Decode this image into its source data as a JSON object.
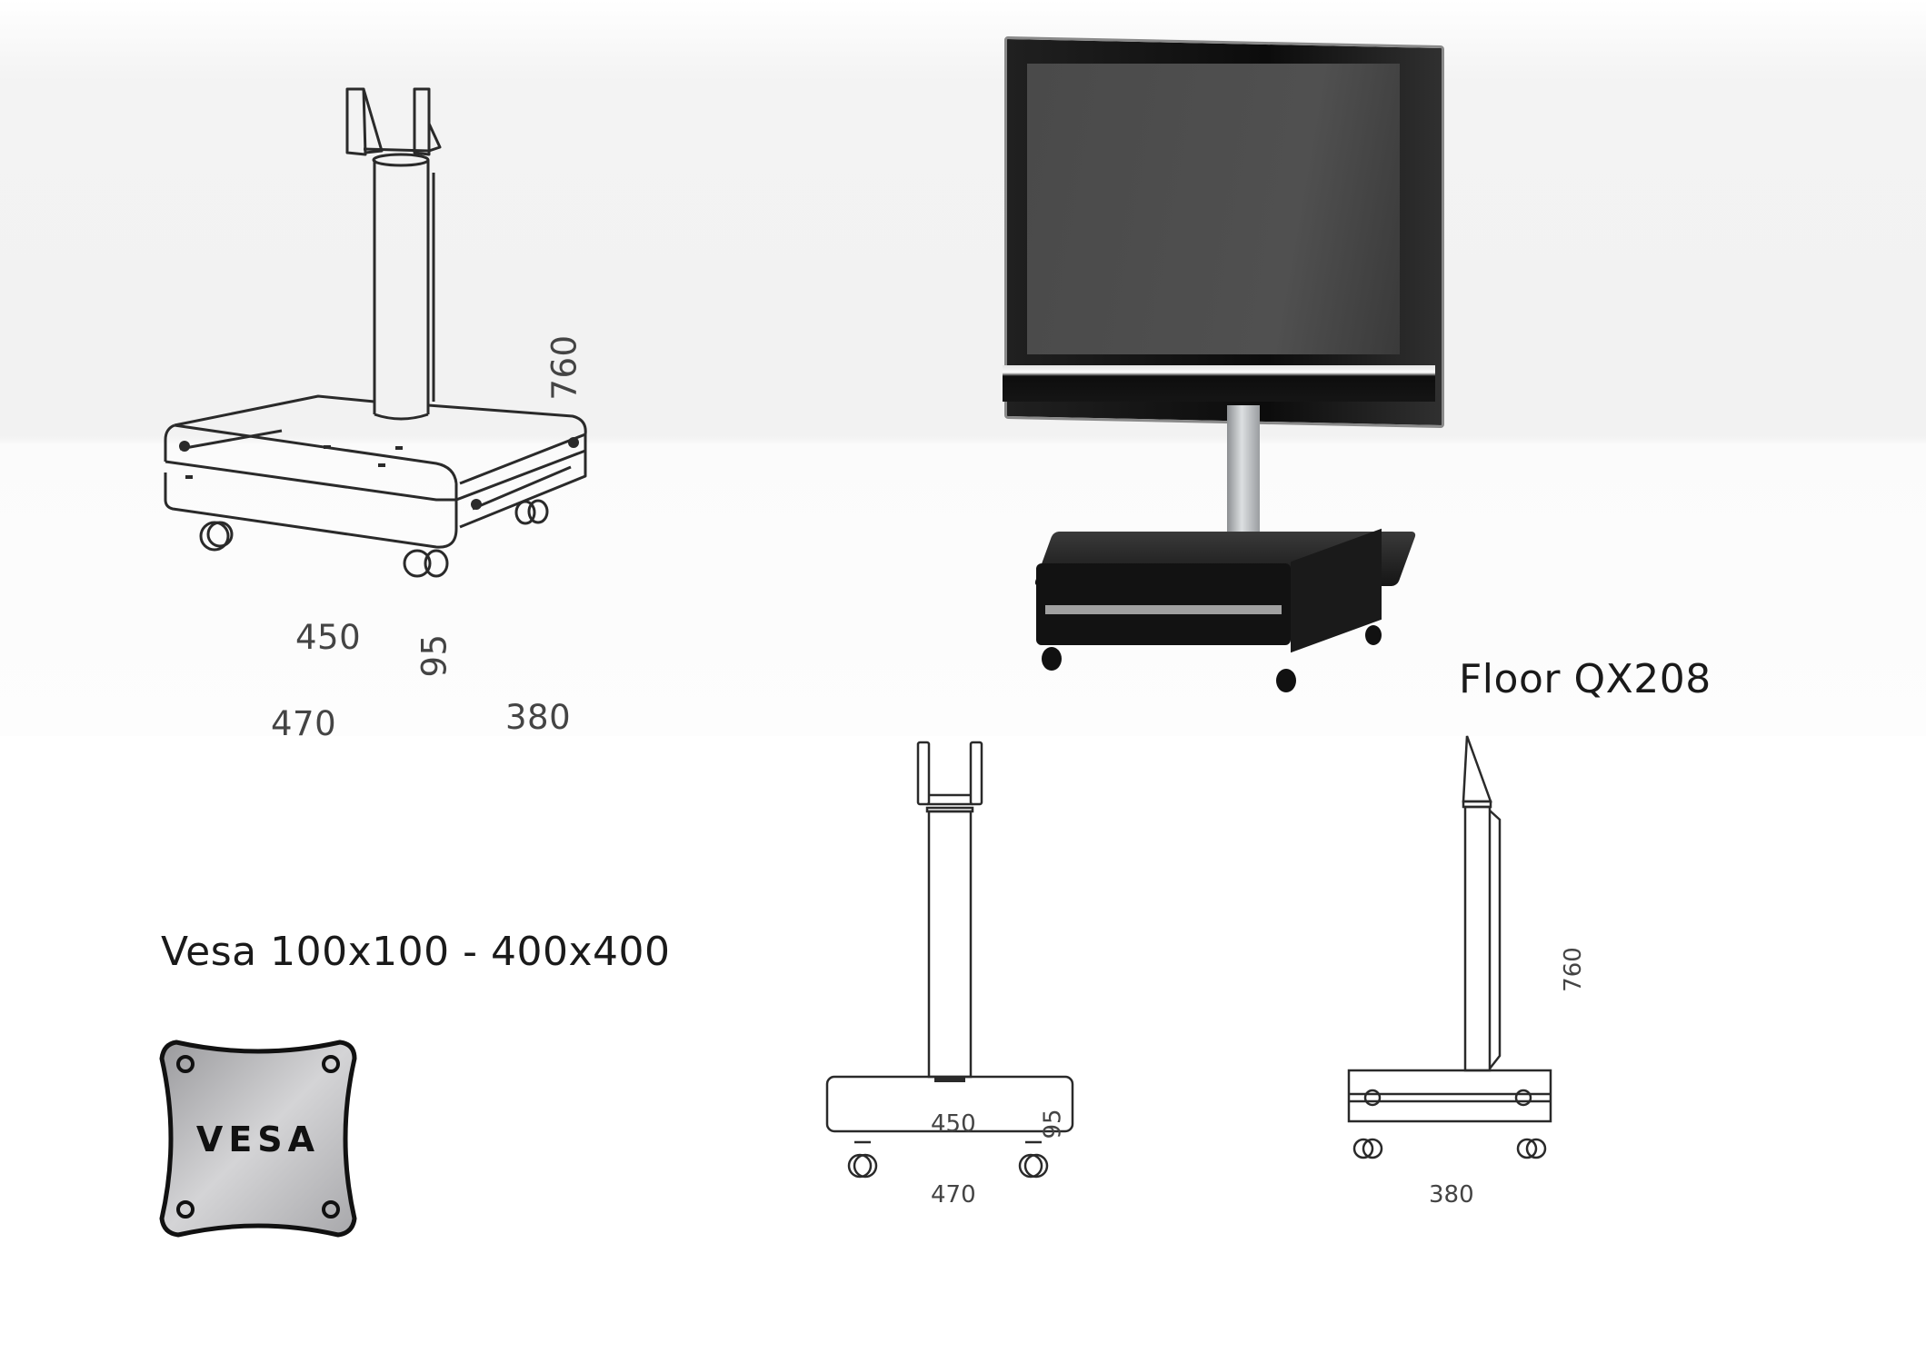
{
  "product": {
    "name": "Floor QX208",
    "vesa_label": "Vesa 100x100 - 400x400",
    "vesa_logo_text": "VESA"
  },
  "iso_drawing": {
    "height": "760",
    "width_front": "470",
    "depth": "380",
    "inner_width": "450",
    "base_height": "95"
  },
  "front_drawing": {
    "inner_width": "450",
    "base_height": "95",
    "width": "470"
  },
  "side_drawing": {
    "height": "760",
    "depth": "380"
  },
  "colors": {
    "line": "#2a2a2a",
    "tv_frame": "#111111",
    "tv_screen": "#4a4a4a",
    "pole": "#b5b8bb",
    "vesa_plate": "#b8b8bb"
  }
}
